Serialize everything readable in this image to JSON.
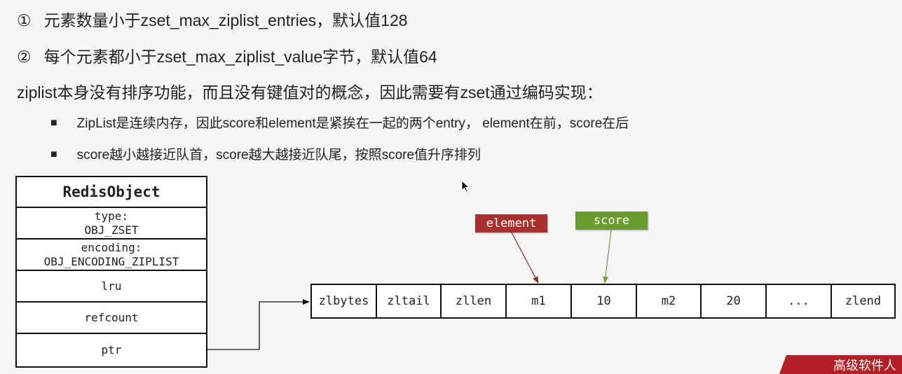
{
  "text": {
    "line1_num": "①",
    "line1": "元素数量小于zset_max_ziplist_entries，默认值128",
    "line2_num": "②",
    "line2": "每个元素都小于zset_max_ziplist_value字节，默认值64",
    "line3": "ziplist本身没有排序功能，而且没有键值对的概念，因此需要有zset通过编码实现：",
    "bullet": "■",
    "bullet1": "ZipList是连续内存，因此score和element是紧挨在一起的两个entry， element在前，score在后",
    "bullet2": "score越小越接近队首，score越大越接近队尾，按照score值升序排列"
  },
  "redis_object": {
    "title": "RedisObject",
    "type_label": "type:",
    "type_value": "OBJ_ZSET",
    "encoding_label": "encoding:",
    "encoding_value": "OBJ_ENCODING_ZIPLIST",
    "lru": "lru",
    "refcount": "refcount",
    "ptr": "ptr"
  },
  "ziplist": {
    "cells": [
      "zlbytes",
      "zltail",
      "zllen",
      "m1",
      "10",
      "m2",
      "20",
      "...",
      "zlend"
    ]
  },
  "tags": {
    "element": "element",
    "score": "score"
  },
  "colors": {
    "element_tag": "#a8302d",
    "score_tag": "#6b9a2e",
    "watermark_bg": "#b31f24"
  },
  "watermark": "高级软件人"
}
